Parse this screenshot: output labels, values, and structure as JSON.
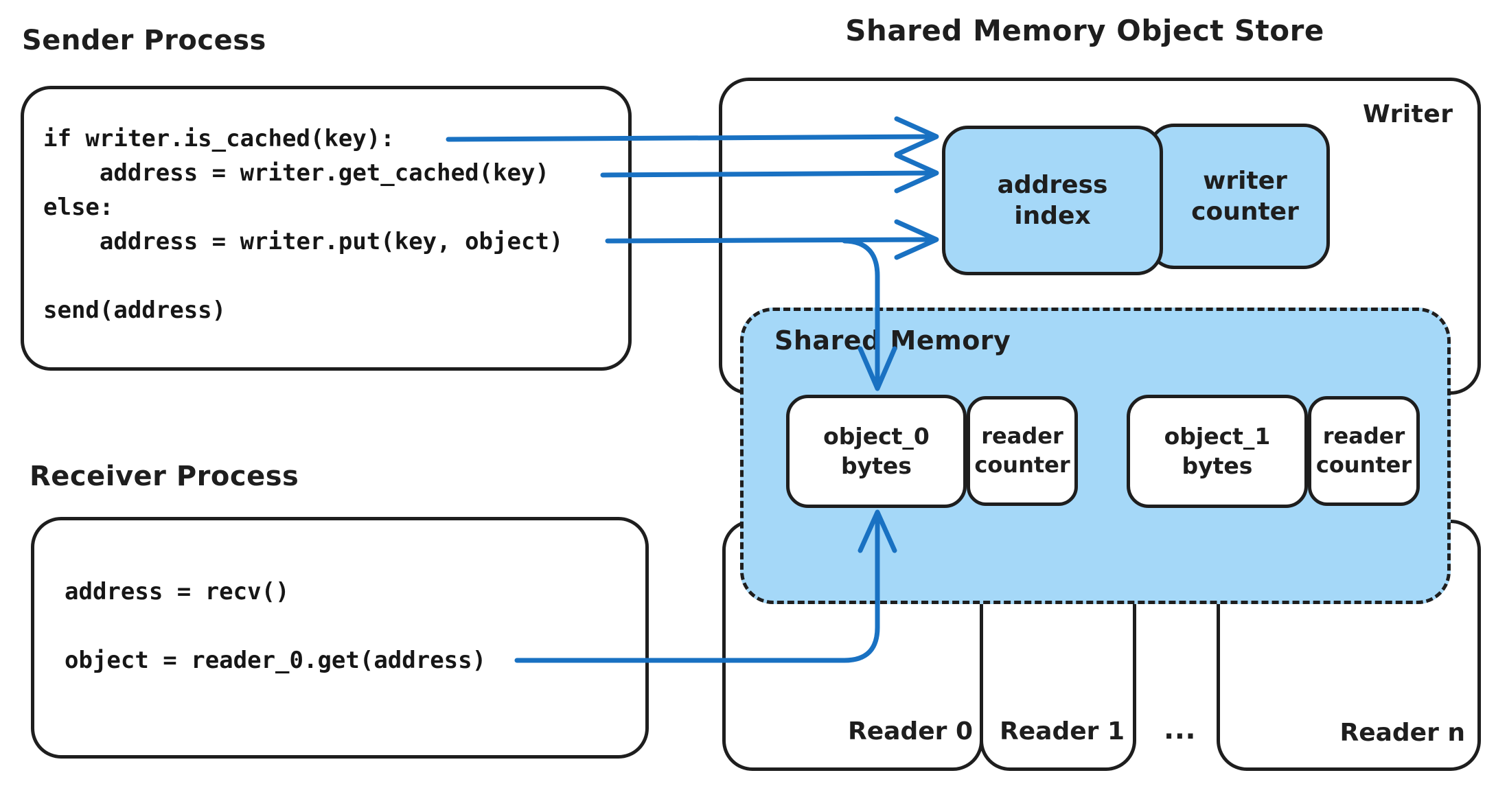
{
  "labels": {
    "sender_process": "Sender Process",
    "receiver_process": "Receiver Process",
    "store_title": "Shared Memory Object Store",
    "writer": "Writer",
    "shared_memory": "Shared Memory",
    "reader_0": "Reader 0",
    "reader_1": "Reader 1",
    "reader_ellipsis": "...",
    "reader_n": "Reader n"
  },
  "sender_code": "if writer.is_cached(key):\n    address = writer.get_cached(key)\nelse:\n    address = writer.put(key, object)\n\nsend(address)",
  "receiver_code": "address = recv()\n\nobject = reader_0.get(address)",
  "store": {
    "address_index": "address\nindex",
    "writer_counter": "writer\ncounter",
    "object_0": "object_0\nbytes",
    "reader_counter_0": "reader\ncounter",
    "object_1": "object_1\nbytes",
    "reader_counter_1": "reader\ncounter"
  },
  "colors": {
    "arrow_blue": "#1971c2",
    "fill_blue": "#a5d8f8",
    "stroke_black": "#1e1e1e",
    "background": "#ffffff"
  }
}
